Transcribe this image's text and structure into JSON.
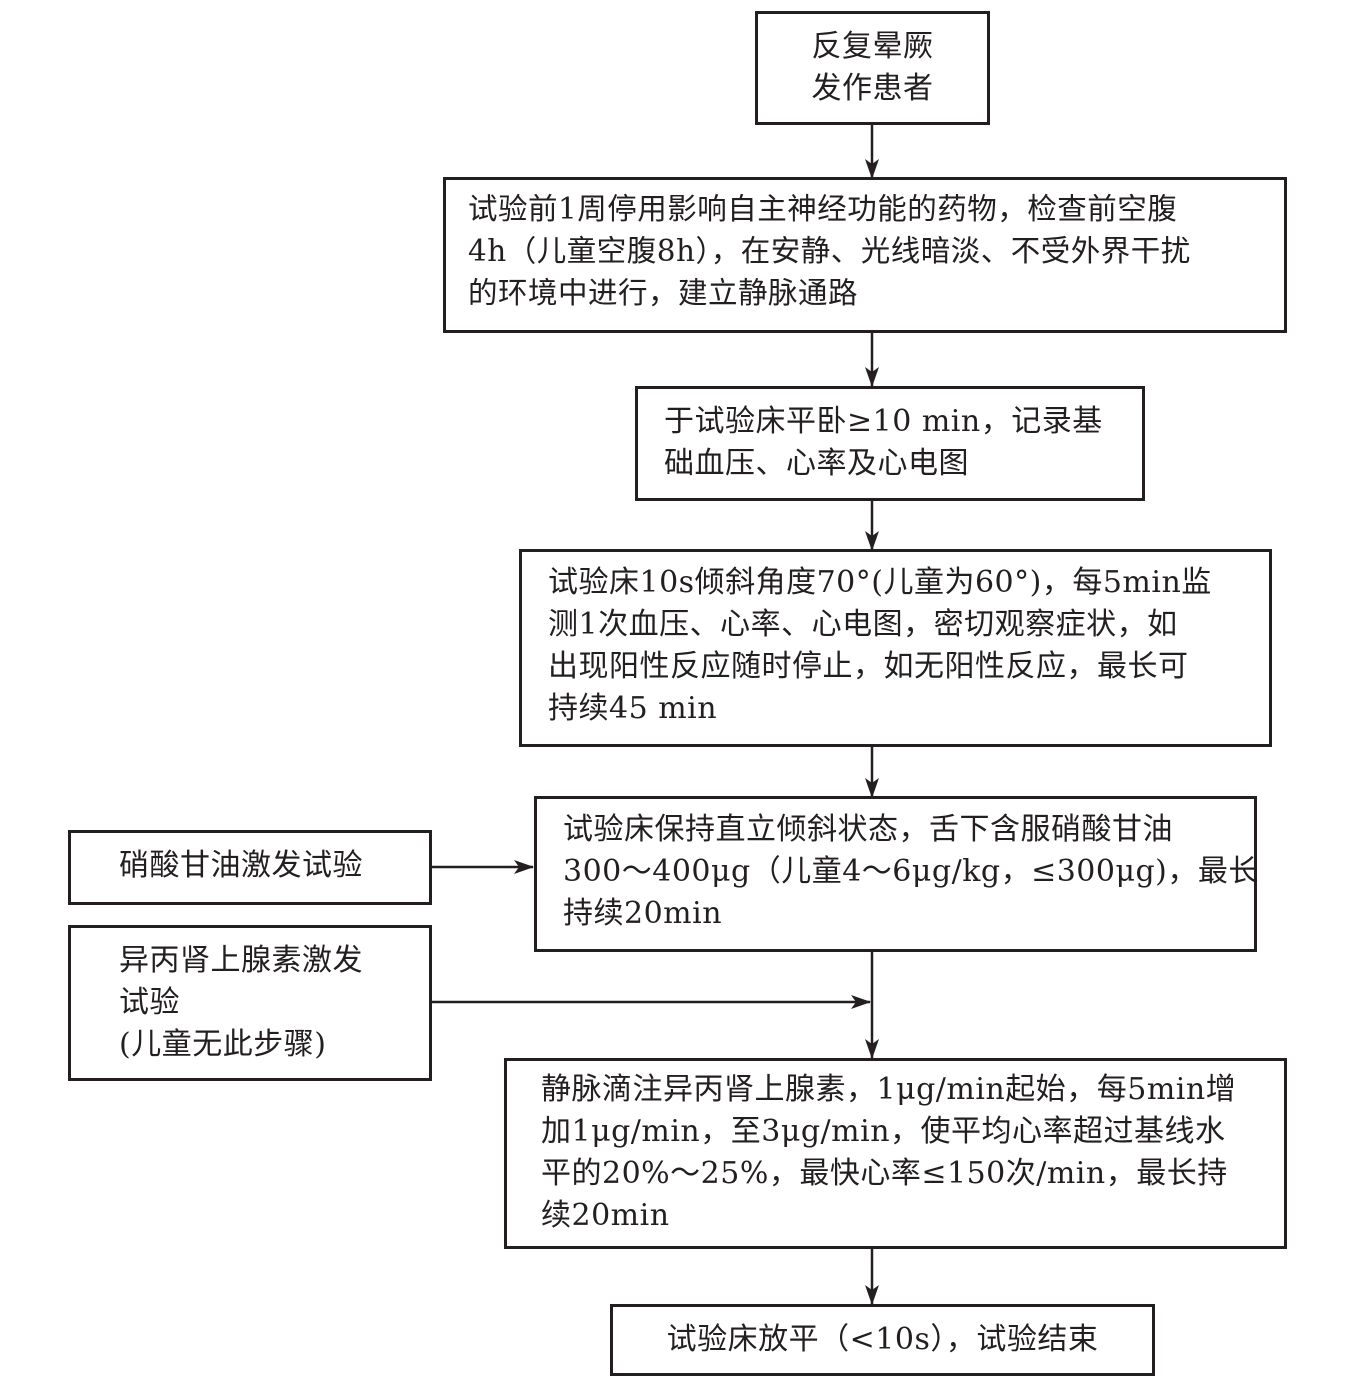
{
  "flowchart": {
    "nodes": {
      "start": {
        "lines": [
          "反复晕厥",
          "发作患者"
        ]
      },
      "prep": {
        "lines": [
          "试验前1周停用影响自主神经功能的药物，检查前空腹",
          "4h（儿童空腹8h），在安静、光线暗淡、不受外界干扰",
          "的环境中进行，建立静脉通路"
        ]
      },
      "baseline": {
        "lines": [
          "于试验床平卧≥10 min，记录基",
          "础血压、心率及心电图"
        ]
      },
      "tilt": {
        "lines": [
          "试验床10s倾斜角度70°(儿童为60°)，每5min监",
          "测1次血压、心率、心电图，密切观察症状，如",
          "出现阳性反应随时停止，如无阳性反应，最长可",
          "持续45 min"
        ]
      },
      "nitro_test": {
        "lines": [
          "硝酸甘油激发试验"
        ]
      },
      "nitro_step": {
        "lines": [
          "试验床保持直立倾斜状态，舌下含服硝酸甘油",
          "300～400μg（儿童4～6μg/kg，≤300μg)，最长",
          "持续20min"
        ]
      },
      "iso_test": {
        "lines": [
          "异丙肾上腺素激发",
          "试验",
          "(儿童无此步骤)"
        ]
      },
      "iso_step": {
        "lines": [
          "静脉滴注异丙肾上腺素，1μg/min起始，每5min增",
          "加1μg/min，至3μg/min，使平均心率超过基线水",
          "平的20%～25%，最快心率≤150次/min，最长持",
          "续20min"
        ]
      },
      "end": {
        "lines": [
          "试验床放平（<10s），试验结束"
        ]
      }
    },
    "edges": [
      [
        "start",
        "prep"
      ],
      [
        "prep",
        "baseline"
      ],
      [
        "baseline",
        "tilt"
      ],
      [
        "tilt",
        "nitro_step"
      ],
      [
        "nitro_test",
        "nitro_step"
      ],
      [
        "nitro_step",
        "iso_step"
      ],
      [
        "iso_test",
        "iso_step"
      ],
      [
        "iso_step",
        "end"
      ]
    ]
  }
}
